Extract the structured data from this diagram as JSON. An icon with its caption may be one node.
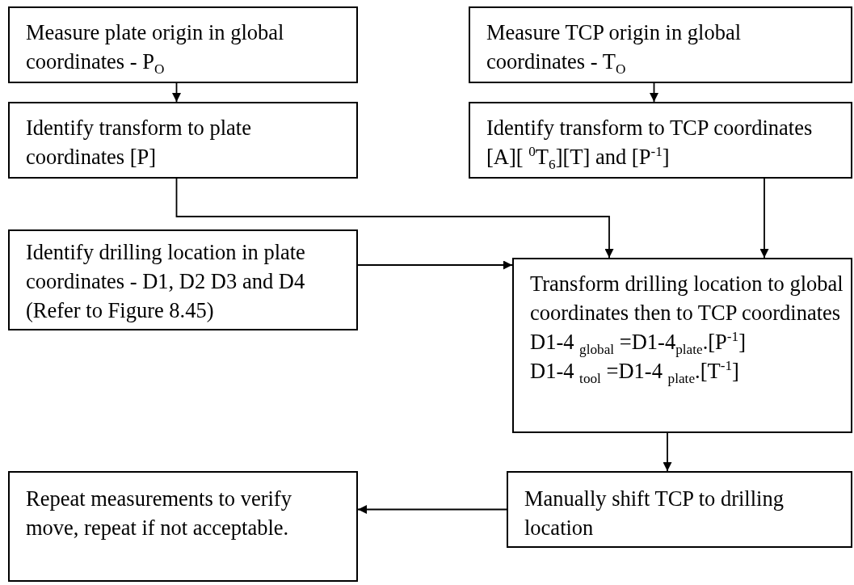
{
  "diagram": {
    "nodes": [
      {
        "text": [
          "Measure plate origin in global coordinates - P$_{O}$"
        ]
      },
      {
        "text": [
          "Measure TCP origin in global coordinates - T$_{O}$"
        ]
      },
      {
        "text": [
          "Identify transform to plate coordinates [P]"
        ]
      },
      {
        "text": [
          "Identify transform to TCP coordinates [A][ $^{0}$T$_{6}$][T] and [P$^{-1}$]"
        ]
      },
      {
        "text": [
          "Identify drilling location in plate coordinates - D1, D2 D3 and D4 (Refer to Figure 8.45)"
        ]
      },
      {
        "text": [
          "Transform drilling location to global coordinates then to TCP coordinates",
          "D1-4 $_{global}$ =D1-4$_{plate}$.[P$^{-1}$]",
          "D1-4 $_{tool}$ =D1-4 $_{plate}$.[T$^{-1}$]"
        ]
      },
      {
        "text": [
          "Manually shift TCP to drilling location"
        ]
      },
      {
        "text": [
          "Repeat measurements to verify move, repeat if not acceptable."
        ]
      }
    ],
    "edges": [
      {
        "from": 0,
        "to": 2,
        "arrow": "to"
      },
      {
        "from": 1,
        "to": 3,
        "arrow": "to"
      },
      {
        "from": 2,
        "to": 5,
        "arrow": "to"
      },
      {
        "from": 3,
        "to": 5,
        "arrow": "to"
      },
      {
        "from": 4,
        "to": 5,
        "arrow": "to"
      },
      {
        "from": 5,
        "to": 6,
        "arrow": "to"
      },
      {
        "from": 6,
        "to": 7,
        "arrow": "to"
      }
    ]
  }
}
